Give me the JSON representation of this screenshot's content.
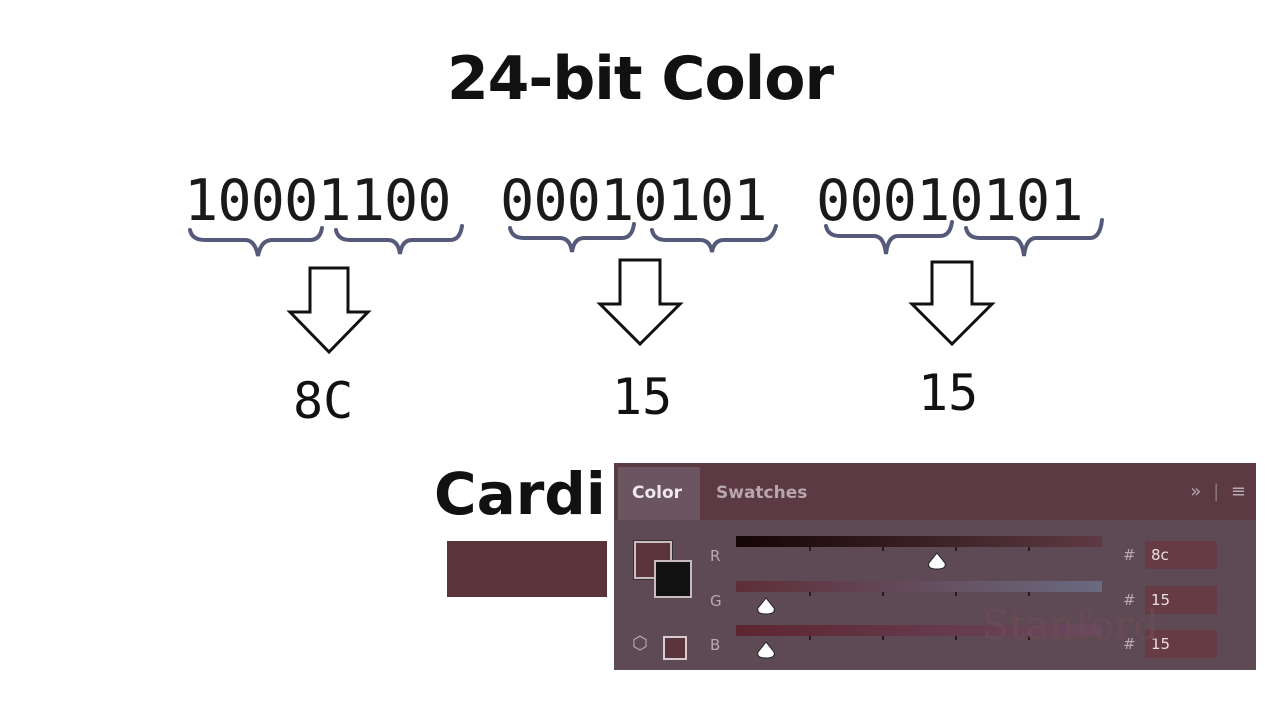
{
  "title": "24-bit Color",
  "bytes": [
    {
      "bits": "10001100",
      "hex": "8C"
    },
    {
      "bits": "00010101",
      "hex": "15"
    },
    {
      "bits": "00010101",
      "hex": "15"
    }
  ],
  "cardinal_label": "Cardi",
  "panel": {
    "tabs": {
      "color": "Color",
      "swatches": "Swatches"
    },
    "menu_icons": {
      "expand": "»",
      "menu": "≡"
    },
    "channels": [
      {
        "label": "R",
        "value": "8c",
        "level": 0.549
      },
      {
        "label": "G",
        "value": "15",
        "level": 0.082
      },
      {
        "label": "B",
        "value": "15",
        "level": 0.082
      }
    ],
    "hash": "#",
    "watermark": "Stanford"
  },
  "colors": {
    "cardinal": "#5b333b",
    "panel_bg": "#5d4a54"
  }
}
